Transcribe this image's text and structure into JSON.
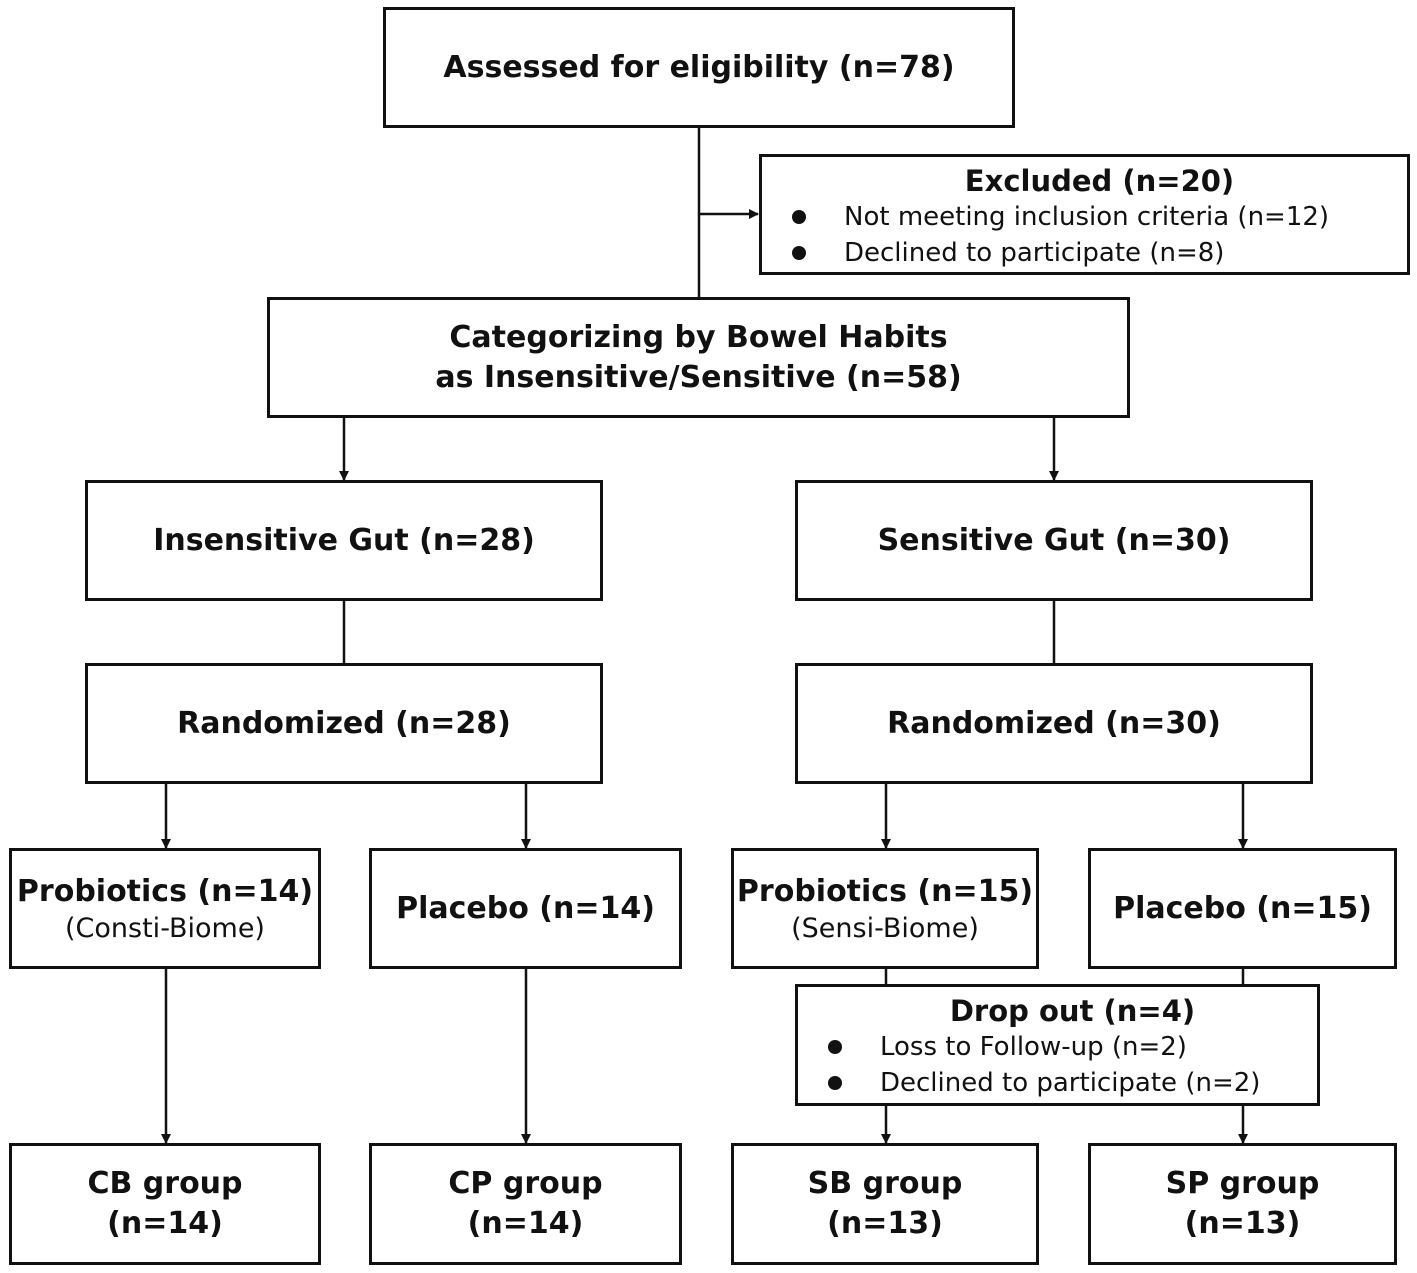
{
  "assessed": {
    "label": "Assessed for eligibility (n=78)"
  },
  "excluded": {
    "title": "Excluded (n=20)",
    "items": [
      "Not meeting inclusion criteria (n=12)",
      "Declined to participate (n=8)"
    ]
  },
  "categorizing": {
    "line1": "Categorizing by Bowel Habits",
    "line2": "as Insensitive/Sensitive (n=58)"
  },
  "insensitive": {
    "group": "Insensitive Gut (n=28)",
    "randomized": "Randomized (n=28)",
    "probiotics": {
      "label": "Probiotics (n=14)",
      "product": "(Consti-Biome)"
    },
    "placebo": {
      "label": "Placebo (n=14)"
    },
    "cb_group": {
      "name": "CB group",
      "count": "(n=14)"
    },
    "cp_group": {
      "name": "CP group",
      "count": "(n=14)"
    }
  },
  "sensitive": {
    "group": "Sensitive Gut (n=30)",
    "randomized": "Randomized (n=30)",
    "probiotics": {
      "label": "Probiotics (n=15)",
      "product": "(Sensi-Biome)"
    },
    "placebo": {
      "label": "Placebo (n=15)"
    },
    "dropout": {
      "title": "Drop out (n=4)",
      "items": [
        "Loss to Follow-up (n=2)",
        "Declined to participate (n=2)"
      ]
    },
    "sb_group": {
      "name": "SB group",
      "count": "(n=13)"
    },
    "sp_group": {
      "name": "SP group",
      "count": "(n=13)"
    }
  }
}
